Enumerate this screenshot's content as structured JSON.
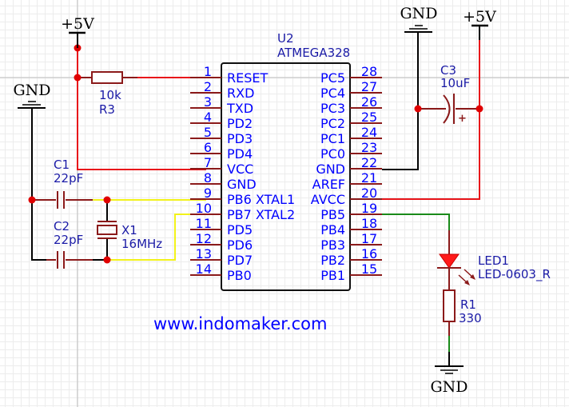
{
  "schematic": {
    "title": "ATmega328 minimal circuit",
    "colors": {
      "wire_power": "#e8141a",
      "wire_ground": "#000000",
      "wire_crystal": "#f2f21a",
      "wire_signal": "#1a8a1a",
      "component": "#8b1a1a",
      "pin_text": "#0000ff",
      "label_text": "#1a1aa6"
    },
    "power_symbols": [
      {
        "id": "vcc-left",
        "label": "+5V"
      },
      {
        "id": "gnd-left",
        "label": "GND"
      },
      {
        "id": "gnd-top-right",
        "label": "GND"
      },
      {
        "id": "vcc-right",
        "label": "+5V"
      },
      {
        "id": "gnd-bottom",
        "label": "GND"
      }
    ],
    "ic": {
      "designator": "U2",
      "part": "ATMEGA328",
      "left_pins": [
        {
          "num": "1",
          "name": "RESET"
        },
        {
          "num": "2",
          "name": "RXD"
        },
        {
          "num": "3",
          "name": "TXD"
        },
        {
          "num": "4",
          "name": "PD2"
        },
        {
          "num": "5",
          "name": "PD3"
        },
        {
          "num": "6",
          "name": "PD4"
        },
        {
          "num": "7",
          "name": "VCC"
        },
        {
          "num": "8",
          "name": "GND"
        },
        {
          "num": "9",
          "name": "PB6 XTAL1"
        },
        {
          "num": "10",
          "name": "PB7 XTAL2"
        },
        {
          "num": "11",
          "name": "PD5"
        },
        {
          "num": "12",
          "name": "PD6"
        },
        {
          "num": "13",
          "name": "PD7"
        },
        {
          "num": "14",
          "name": "PB0"
        }
      ],
      "right_pins": [
        {
          "num": "28",
          "name": "PC5"
        },
        {
          "num": "27",
          "name": "PC4"
        },
        {
          "num": "26",
          "name": "PC3"
        },
        {
          "num": "25",
          "name": "PC2"
        },
        {
          "num": "24",
          "name": "PC1"
        },
        {
          "num": "23",
          "name": "PC0"
        },
        {
          "num": "22",
          "name": "GND"
        },
        {
          "num": "21",
          "name": "AREF"
        },
        {
          "num": "20",
          "name": "AVCC"
        },
        {
          "num": "19",
          "name": "PB5"
        },
        {
          "num": "18",
          "name": "PB4"
        },
        {
          "num": "17",
          "name": "PB3"
        },
        {
          "num": "16",
          "name": "PB2"
        },
        {
          "num": "15",
          "name": "PB1"
        }
      ]
    },
    "components": {
      "r3": {
        "designator": "R3",
        "value": "10k"
      },
      "c1": {
        "designator": "C1",
        "value": "22pF"
      },
      "c2": {
        "designator": "C2",
        "value": "22pF"
      },
      "x1": {
        "designator": "X1",
        "value": "16MHz"
      },
      "c3": {
        "designator": "C3",
        "value": "10uF",
        "polarity": "+"
      },
      "led1": {
        "designator": "LED1",
        "value": "LED-0603_R"
      },
      "r1": {
        "designator": "R1",
        "value": "330"
      }
    },
    "website": "www.indomaker.com"
  }
}
